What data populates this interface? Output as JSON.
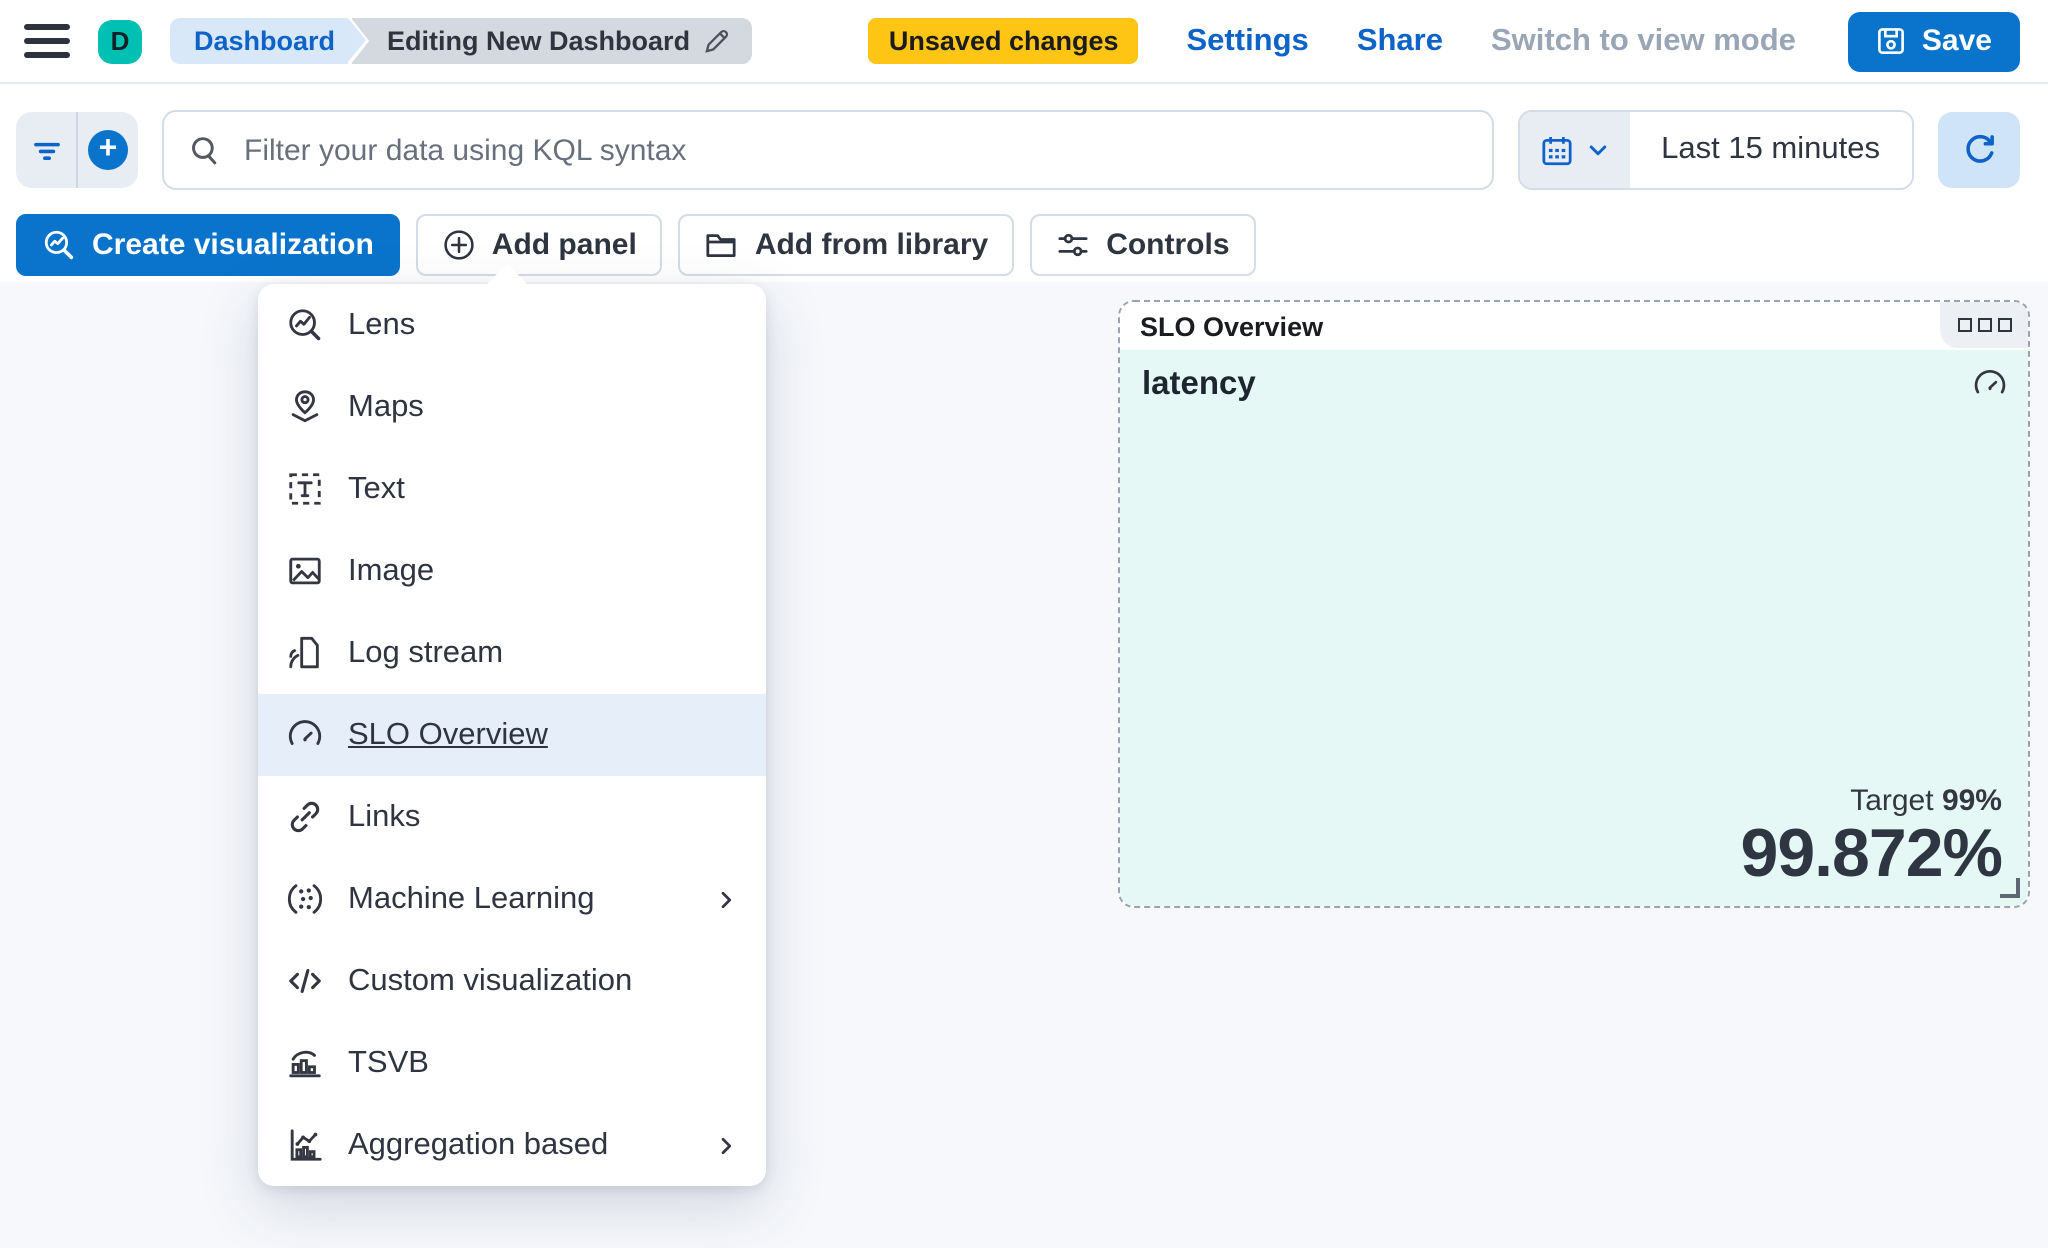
{
  "header": {
    "avatar_initial": "D",
    "breadcrumbs": {
      "root": "Dashboard",
      "current": "Editing New Dashboard"
    },
    "unsaved_badge": "Unsaved changes",
    "settings_label": "Settings",
    "share_label": "Share",
    "view_mode_label": "Switch to view mode",
    "save_label": "Save"
  },
  "filter_bar": {
    "kql_placeholder": "Filter your data using KQL syntax",
    "time_range": "Last 15 minutes"
  },
  "toolbar": {
    "create_visualization_label": "Create visualization",
    "add_panel_label": "Add panel",
    "add_from_library_label": "Add from library",
    "controls_label": "Controls"
  },
  "add_panel_menu": {
    "items": [
      {
        "label": "Lens",
        "icon": "lens-icon",
        "selected": false,
        "has_submenu": false
      },
      {
        "label": "Maps",
        "icon": "maps-icon",
        "selected": false,
        "has_submenu": false
      },
      {
        "label": "Text",
        "icon": "text-icon",
        "selected": false,
        "has_submenu": false
      },
      {
        "label": "Image",
        "icon": "image-icon",
        "selected": false,
        "has_submenu": false
      },
      {
        "label": "Log stream",
        "icon": "log-stream-icon",
        "selected": false,
        "has_submenu": false
      },
      {
        "label": "SLO Overview",
        "icon": "gauge-icon",
        "selected": true,
        "has_submenu": false
      },
      {
        "label": "Links",
        "icon": "link-icon",
        "selected": false,
        "has_submenu": false
      },
      {
        "label": "Machine Learning",
        "icon": "machine-learning-icon",
        "selected": false,
        "has_submenu": true
      },
      {
        "label": "Custom visualization",
        "icon": "code-icon",
        "selected": false,
        "has_submenu": false
      },
      {
        "label": "TSVB",
        "icon": "tsvb-chart-icon",
        "selected": false,
        "has_submenu": false
      },
      {
        "label": "Aggregation based",
        "icon": "aggregation-chart-icon",
        "selected": false,
        "has_submenu": true
      }
    ]
  },
  "slo_panel": {
    "title": "SLO Overview",
    "slo_name": "latency",
    "target_label": "Target",
    "target_value": "99%",
    "observed_value": "99.872%"
  },
  "colors": {
    "primary_blue": "#0a74cc",
    "link_blue": "#0d63c8",
    "warning_yellow": "#fec514",
    "avatar_teal": "#00bfb3",
    "panel_mint_bg": "#e6f8f6",
    "menu_highlight": "#e6eef9",
    "canvas_bg": "#f6f8fc",
    "dashed_border": "#98a3b5"
  }
}
